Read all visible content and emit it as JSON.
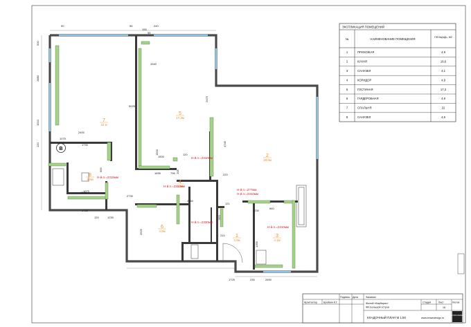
{
  "explication": {
    "title": "ЭКСПЛИКАЦИЯ ПОМЕЩЕНИЙ",
    "col_num": "№",
    "col_name": "НАИМЕНОВАНИЕ ПОМЕЩЕНИЯ",
    "col_area": "ПЛОЩАДЬ, М2",
    "rows": [
      {
        "n": "1",
        "name": "ПРИХОЖАЯ",
        "area": "4,9"
      },
      {
        "n": "2",
        "name": "КУХНЯ",
        "area": "18,6"
      },
      {
        "n": "3",
        "name": "САНУЗЕЛ",
        "area": "4,1"
      },
      {
        "n": "4",
        "name": "КОРИДОР",
        "area": "4,9"
      },
      {
        "n": "5",
        "name": "ГОСТИНАЯ",
        "area": "17,3"
      },
      {
        "n": "6",
        "name": "ГАРДЕРОБНАЯ",
        "area": "4,9"
      },
      {
        "n": "7",
        "name": "СПАЛЬНЯ",
        "area": "22"
      },
      {
        "n": "8",
        "name": "САНУЗЕЛ",
        "area": "4,6"
      }
    ]
  },
  "rooms": [
    {
      "num": "1",
      "area": "4,9м"
    },
    {
      "num": "2",
      "area": "18,6м"
    },
    {
      "num": "3",
      "area": "4,1м"
    },
    {
      "num": "4",
      "area": "4,9м"
    },
    {
      "num": "5",
      "area": "17,3м"
    },
    {
      "num": "6",
      "area": "4,9м"
    },
    {
      "num": "7",
      "area": "22 м"
    },
    {
      "num": "8",
      "area": "4,6м"
    }
  ],
  "heights": [
    "Н-й.п.=2310мм",
    "Н-й.п.=2315мм",
    "Н-й.п.=2310мм",
    "Н-й.п.=2310мм",
    "Н-й.п.=2330мм",
    "Н-й.п.=2310мм",
    "Н-й.п.=2??мм"
  ],
  "dims": {
    "top": [
      "90",
      "55",
      "240",
      "155",
      "55"
    ],
    "left": [
      "500",
      "2880",
      "1510",
      "120"
    ],
    "inner": [
      "5025",
      "1500",
      "3340",
      "2400",
      "1730",
      "1695",
      "2475",
      "4745",
      "1500",
      "120",
      "796",
      "205",
      "220",
      "2730",
      "1730",
      "1230",
      "655",
      "1075",
      "2525",
      "2560",
      "1230",
      "121",
      "320",
      "1355",
      "840",
      "210",
      "235",
      "2690",
      "1725",
      "1075",
      "1230",
      "120"
    ]
  },
  "marker": "В",
  "stamp": {
    "customer_label": "Заказчик",
    "architect_label": "Архитектор",
    "architect_name": "Бройкин К.Г",
    "sign_label": "Подпись",
    "date_label": "Дата",
    "project_line1": "Жилой «Барбарис»",
    "project_line2": "ЖК Большой остров",
    "stage_label": "Стадия",
    "sheet_label": "Лист",
    "sheets_label": "Листов",
    "sheet_no": "18",
    "drawing_title": "КЛАДОЧНЫЙ ПЛАН М 1:50",
    "website": "www.browndesign.ru",
    "logo": "BROWN DESIGN"
  }
}
